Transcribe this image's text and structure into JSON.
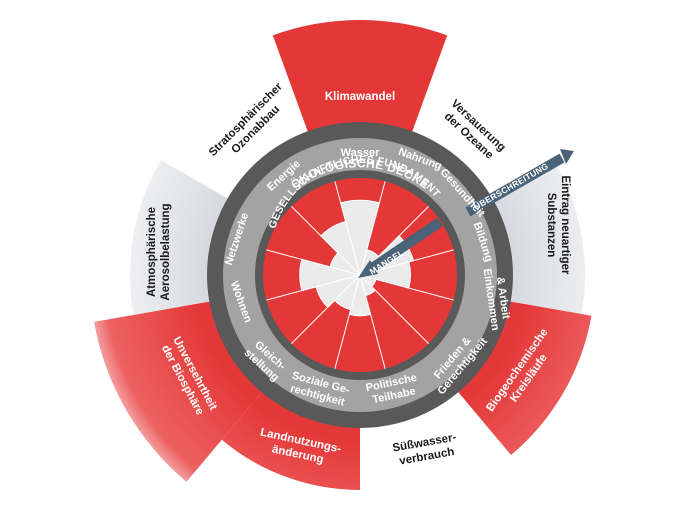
{
  "colors": {
    "overshoot_red": "#e43838",
    "outer_ring": "#595959",
    "inner_ring": "#a3a3a3",
    "shortfall_gray": "#ebebec",
    "arrow": "#4a6378"
  },
  "rings": {
    "ecological_ceiling": "ÖKOLOGISCHE DECKE",
    "social_foundation": "GESELLSCHAFTLICHES FUNDAMENT"
  },
  "arrows": {
    "overshoot": "ÜBERSCHREITUNG",
    "shortfall": "MANGEL"
  },
  "planetary_boundaries": [
    {
      "name": "Klimawandel",
      "overshoot": true
    },
    {
      "name": "Versauerung der Ozeane",
      "overshoot": false
    },
    {
      "name": "Eintrag neuartiger Substanzen",
      "overshoot": false
    },
    {
      "name": "Biogeochemische Kreisläufe",
      "overshoot": true
    },
    {
      "name": "Süßwasserverbrauch",
      "overshoot": false
    },
    {
      "name": "Landnutzungsänderung",
      "overshoot": true
    },
    {
      "name": "Unversehrtheit der Biosphäre",
      "overshoot": true
    },
    {
      "name": "Atmosphärische Aerosolbelastung",
      "overshoot": false
    },
    {
      "name": "Stratosphärischer Ozonabbau",
      "overshoot": false
    }
  ],
  "social_dimensions": [
    {
      "name": "Wasser",
      "shortfall": 0.25
    },
    {
      "name": "Nahrung",
      "shortfall": 0.75
    },
    {
      "name": "Gesundheit",
      "shortfall": 0.45
    },
    {
      "name": "Bildung",
      "shortfall": 0.5
    },
    {
      "name": "Einkommen & Arbeit",
      "shortfall": 0.85
    },
    {
      "name": "Frieden & Gerechtigkeit",
      "shortfall": 0.8
    },
    {
      "name": "Politische Teilhabe",
      "shortfall": 0.6
    },
    {
      "name": "Soziale Gerechtigkeit",
      "shortfall": 0.65
    },
    {
      "name": "Gleichstellung",
      "shortfall": 0.55
    },
    {
      "name": "Wohnen",
      "shortfall": 0.4
    },
    {
      "name": "Netzwerke",
      "shortfall": 0.7
    },
    {
      "name": "Energie",
      "shortfall": 0.45
    }
  ],
  "text": {
    "klimawandel": "Klimawandel",
    "versauerung_1": "Versauerung",
    "versauerung_2": "der Ozeane",
    "eintrag_1": "Eintrag neuartiger",
    "eintrag_2": "Substanzen",
    "biogeo_1": "Biogeochemische",
    "biogeo_2": "Kreisläufe",
    "suess_1": "Süßwasser-",
    "suess_2": "verbrauch",
    "land_1": "Landnutzungs-",
    "land_2": "änderung",
    "bio_1": "Unversehrtheit",
    "bio_2": "der Biosphäre",
    "aero_1": "Atmosphärische",
    "aero_2": "Aerosolbelastung",
    "ozon_1": "Stratosphärischer",
    "ozon_2": "Ozonabbau",
    "wasser": "Wasser",
    "nahrung": "Nahrung",
    "gesundheit": "Gesundheit",
    "bildung": "Bildung",
    "einkommen_1": "Einkommen",
    "einkommen_2": "& Arbeit",
    "frieden_1": "Frieden &",
    "frieden_2": "Gerechtigkeit",
    "politisch_1": "Politische",
    "politisch_2": "Teilhabe",
    "sozial_1": "Soziale Ge-",
    "sozial_2": "rechtigkeit",
    "gleich_1": "Gleich-",
    "gleich_2": "stellung",
    "wohnen": "Wohnen",
    "netzwerke": "Netzwerke",
    "energie": "Energie"
  }
}
